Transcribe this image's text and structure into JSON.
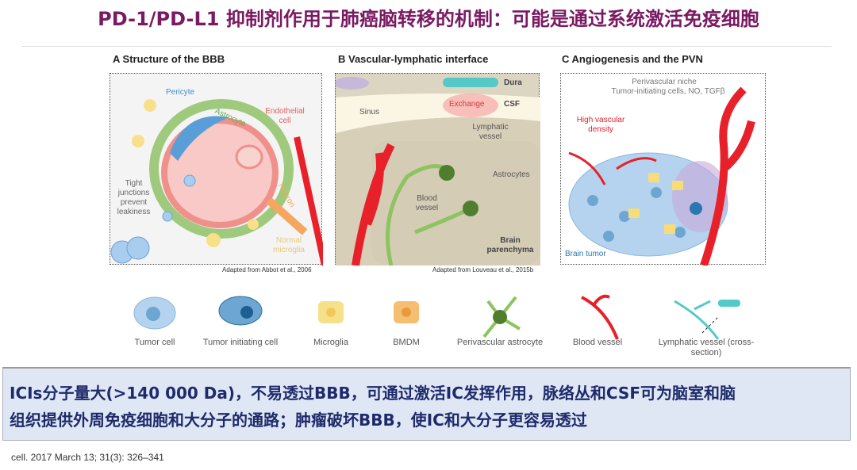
{
  "title": "PD-1/PD-L1 抑制剂作用于肺癌脑转移的机制：可能是通过系统激活免疫细胞",
  "panels": [
    {
      "heading": "A  Structure of the BBB",
      "labels": {
        "pericyte": "Pericyte",
        "astrocyte": "Astrocyte",
        "endothelial": "Endothelial cell",
        "tight": "Tight junctions prevent leakiness",
        "neuron": "Neuron",
        "microglia": "Normal microglia"
      },
      "credit": "Adapted from Abbot et al., 2006"
    },
    {
      "heading": "B  Vascular-lymphatic interface",
      "labels": {
        "dura": "Dura",
        "csf": "CSF",
        "sinus": "Sinus",
        "exchange": "Exchange",
        "lymphatic": "Lymphatic vessel",
        "astrocytes": "Astrocytes",
        "blood": "Blood vessel",
        "brain": "Brain parenchyma"
      },
      "credit": "Adapted from Louveau et al., 2015b"
    },
    {
      "heading": "C  Angiogenesis and the PVN",
      "labels": {
        "niche": "Perivascular niche",
        "niche2": "Tumor-initiating cells, NO, TGFβ",
        "density": "High vascular density",
        "tumor": "Brain tumor"
      }
    }
  ],
  "legend": [
    "Tumor cell",
    "Tumor initiating cell",
    "Microglia",
    "BMDM",
    "Perivascular astrocyte",
    "Blood vessel",
    "Lymphatic vessel (cross-section)"
  ],
  "summary": {
    "line1": "ICIs分子量大(>140 000 Da)，不易透过BBB，可通过激活IC发挥作用，脉络丛和CSF可为脑室和脑",
    "line2": "组织提供外周免疫细胞和大分子的通路；肿瘤破坏BBB，使IC和大分子更容易透过"
  },
  "citation": "cell. 2017 March 13; 31(3): 326–341",
  "colors": {
    "title": "#7a1a63",
    "summary_text": "#1f2a6b",
    "vessel": "#e8202a"
  }
}
